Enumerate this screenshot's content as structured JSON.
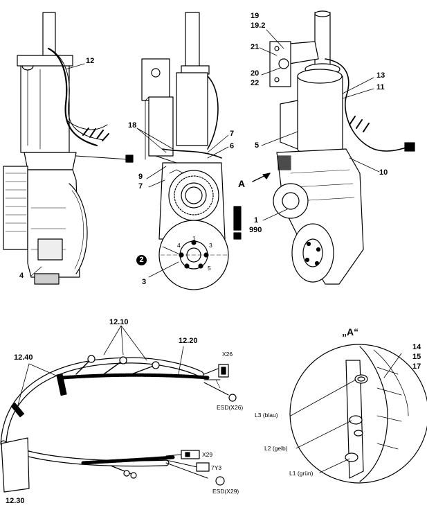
{
  "callouts": {
    "c12": "12",
    "c18": "18",
    "c9": "9",
    "c7a": "7",
    "c7b": "7",
    "c6": "6",
    "c4": "4",
    "c2": "2",
    "c3": "3",
    "c1": "1",
    "c990": "990",
    "c19": "19",
    "c19_2": "19.2",
    "c21": "21",
    "c20": "20",
    "c22": "22",
    "c13": "13",
    "c11": "11",
    "c5": "5",
    "c10": "10",
    "cA": "A",
    "c12_10": "12.10",
    "c12_20": "12.20",
    "c12_40": "12.40",
    "c12_30": "12.30",
    "c14": "14",
    "c15": "15",
    "c17": "17",
    "detail_title": "„A“",
    "x26": "X26",
    "esd_x26": "ESD(X26)",
    "x29": "X29",
    "y3": "7Y3",
    "esd_x29": "ESD(X29)",
    "l3": "L3 (blau)",
    "l2": "L2 (gelb)",
    "l1": "L1 (grün)",
    "warn": "!",
    "hub_4": "4",
    "hub_3": "3",
    "hub_5": "5",
    "hub_1": "1"
  },
  "colors": {
    "ink": "#000000",
    "paper": "#ffffff",
    "shade": "#cfcfcf"
  }
}
